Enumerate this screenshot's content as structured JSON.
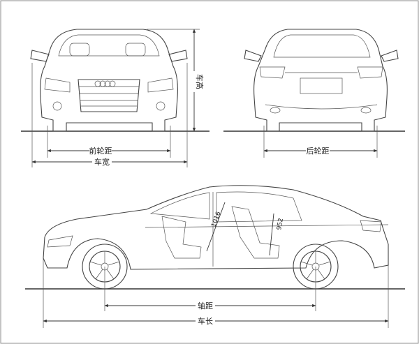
{
  "dimensions": {
    "front_track": "前轮距",
    "vehicle_width": "车宽",
    "vehicle_height": "车高",
    "rear_track": "后轮距",
    "wheelbase": "轴距",
    "vehicle_length": "车长",
    "front_seat": "1016",
    "rear_seat": "952"
  }
}
